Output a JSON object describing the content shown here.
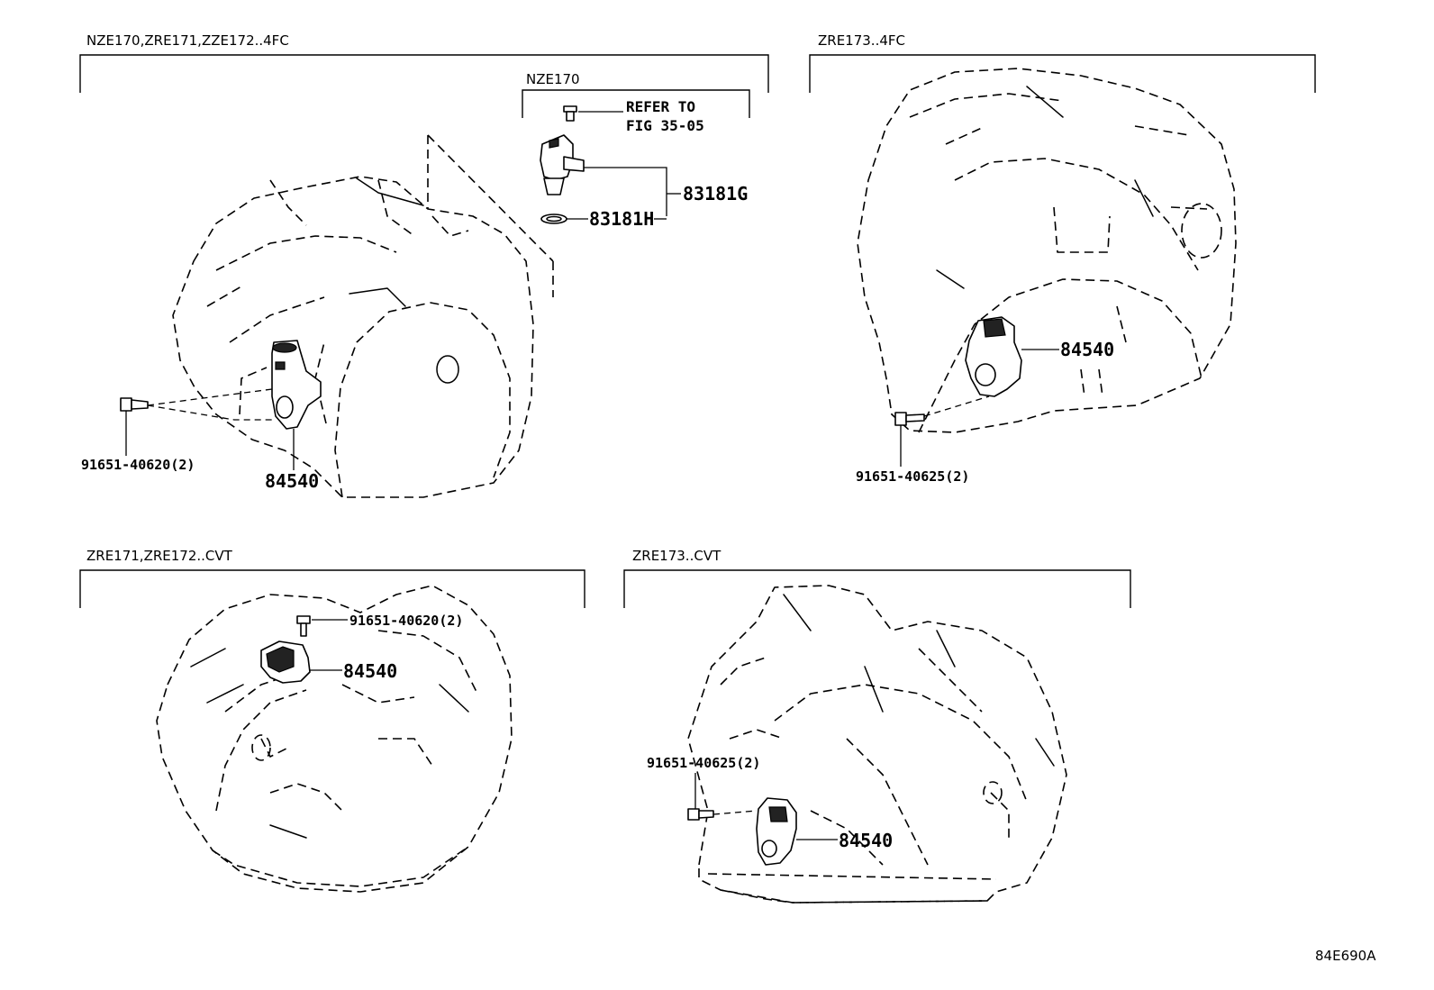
{
  "sections": [
    {
      "id": "top-left",
      "title": "NZE170,ZRE171,ZZE172..4FC"
    },
    {
      "id": "inset",
      "title": "NZE170"
    },
    {
      "id": "top-right",
      "title": "ZRE173..4FC"
    },
    {
      "id": "bottom-left",
      "title": "ZRE171,ZRE172..CVT"
    },
    {
      "id": "bottom-right",
      "title": "ZRE173..CVT"
    }
  ],
  "inset_note": [
    "REFER TO",
    "FIG 35-05"
  ],
  "part_numbers": {
    "p83181G": "83181G",
    "p83181H": "83181H",
    "tl_switch": "84540",
    "tl_bolt": "91651-40620(2)",
    "tr_switch": "84540",
    "tr_bolt": "91651-40625(2)",
    "bl_switch": "84540",
    "bl_bolt": "91651-40620(2)",
    "br_switch": "84540",
    "br_bolt": "91651-40625(2)"
  },
  "diagram_id": "84E690A"
}
